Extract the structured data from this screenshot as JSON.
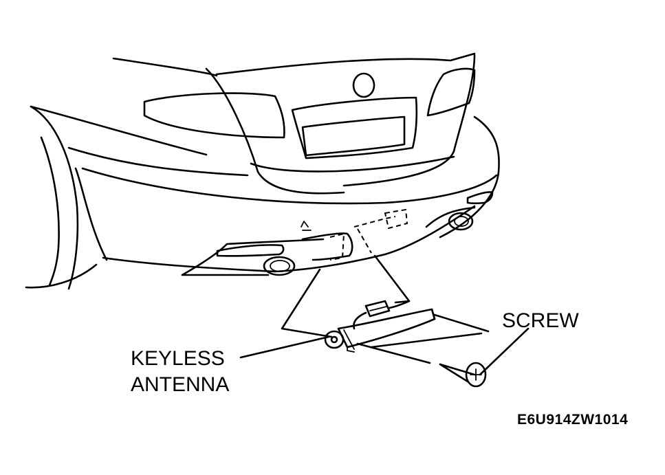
{
  "labels": {
    "screw": "SCREW",
    "keyless_line1": "KEYLESS",
    "keyless_line2": "ANTENNA",
    "figure_code": "E6U914ZW1014"
  }
}
